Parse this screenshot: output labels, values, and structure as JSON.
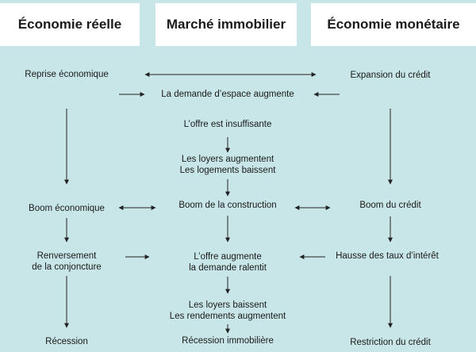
{
  "headers": {
    "left": "Économie réelle",
    "middle": "Marché immobilier",
    "right": "Économie monétaire"
  },
  "left": {
    "reprise": "Reprise économique",
    "boom": "Boom économique",
    "renversement_1": "Renversement",
    "renversement_2": "de la conjoncture",
    "recession": "Récession"
  },
  "middle": {
    "demande": "La demande d’espace augmente",
    "offre_insuffisante": "L’offre est insuffisante",
    "loyers_augmentent": "Les loyers augmentent",
    "logements_baissent": "Les logements baissent",
    "boom_construction": "Boom de la construction",
    "offre_augmente": "L’offre augmente",
    "demande_ralentit": "la demande ralentit",
    "loyers_baissent": "Les loyers baissent",
    "rendements_augmentent": "Les rendements augmentent",
    "recession_immobiliere": "Récession immobilière"
  },
  "right": {
    "expansion": "Expansion du crédit",
    "boom_credit": "Boom du crédit",
    "hausse_taux": "Hausse des taux d’intérêt",
    "restriction": "Restriction du crédit"
  }
}
